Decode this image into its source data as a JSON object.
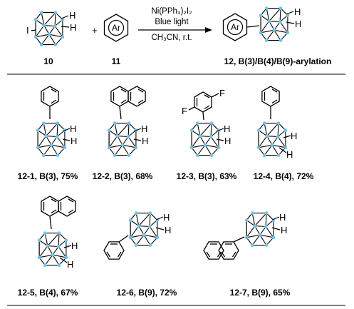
{
  "scheme": {
    "reagent_label": "Ar",
    "plus": "+",
    "substituent": "I",
    "hydrogen": "H",
    "conditions": {
      "line1": "Ni(PPh₃)₂I₂",
      "line2": "Blue light",
      "line3": "CH₃CN, r.t."
    },
    "compound_10": "10",
    "compound_11": "11",
    "product_label": "12, B(3)/B(4)/B(9)-arylation"
  },
  "products": [
    {
      "label": "12-1, B(3), 75%",
      "aryl": "phenyl",
      "fluorine": ""
    },
    {
      "label": "12-2, B(3), 68%",
      "aryl": "1-naphthyl",
      "fluorine": ""
    },
    {
      "label": "12-3, B(3), 63%",
      "aryl": "2,5-difluorophenyl",
      "fluorine": "F"
    },
    {
      "label": "12-4, B(4), 72%",
      "aryl": "phenyl",
      "fluorine": ""
    },
    {
      "label": "12-5, B(4), 67%",
      "aryl": "1-naphthyl",
      "fluorine": ""
    },
    {
      "label": "12-6, B(9), 72%",
      "aryl": "phenyl",
      "fluorine": ""
    },
    {
      "label": "12-7, B(9), 65%",
      "aryl": "2-naphthyl",
      "fluorine": ""
    }
  ],
  "colors": {
    "boron_vertex": "#6fc3e8",
    "line": "#000000"
  }
}
